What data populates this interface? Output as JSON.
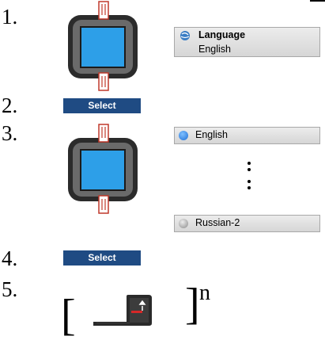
{
  "steps": [
    {
      "number": "1."
    },
    {
      "number": "2."
    },
    {
      "number": "3."
    },
    {
      "number": "4."
    },
    {
      "number": "5."
    }
  ],
  "language_panel": {
    "title": "Language",
    "value": "English"
  },
  "select_label": "Select",
  "list": {
    "first": "English",
    "last": "Russian-2",
    "ellipsis": ":"
  },
  "repeat": {
    "open": "[",
    "close": "]",
    "exponent": "n"
  },
  "icons": {
    "device": "rotary-device-icon",
    "finger": "finger-pointer-icon",
    "globe": "globe-icon",
    "radio_on": "radio-selected-icon",
    "radio_off": "radio-unselected-icon",
    "back_key": "back-key-icon"
  },
  "colors": {
    "screen": "#2d9fe8",
    "select_button": "#1f4b83",
    "radio_selected": "#1f6fd6"
  }
}
